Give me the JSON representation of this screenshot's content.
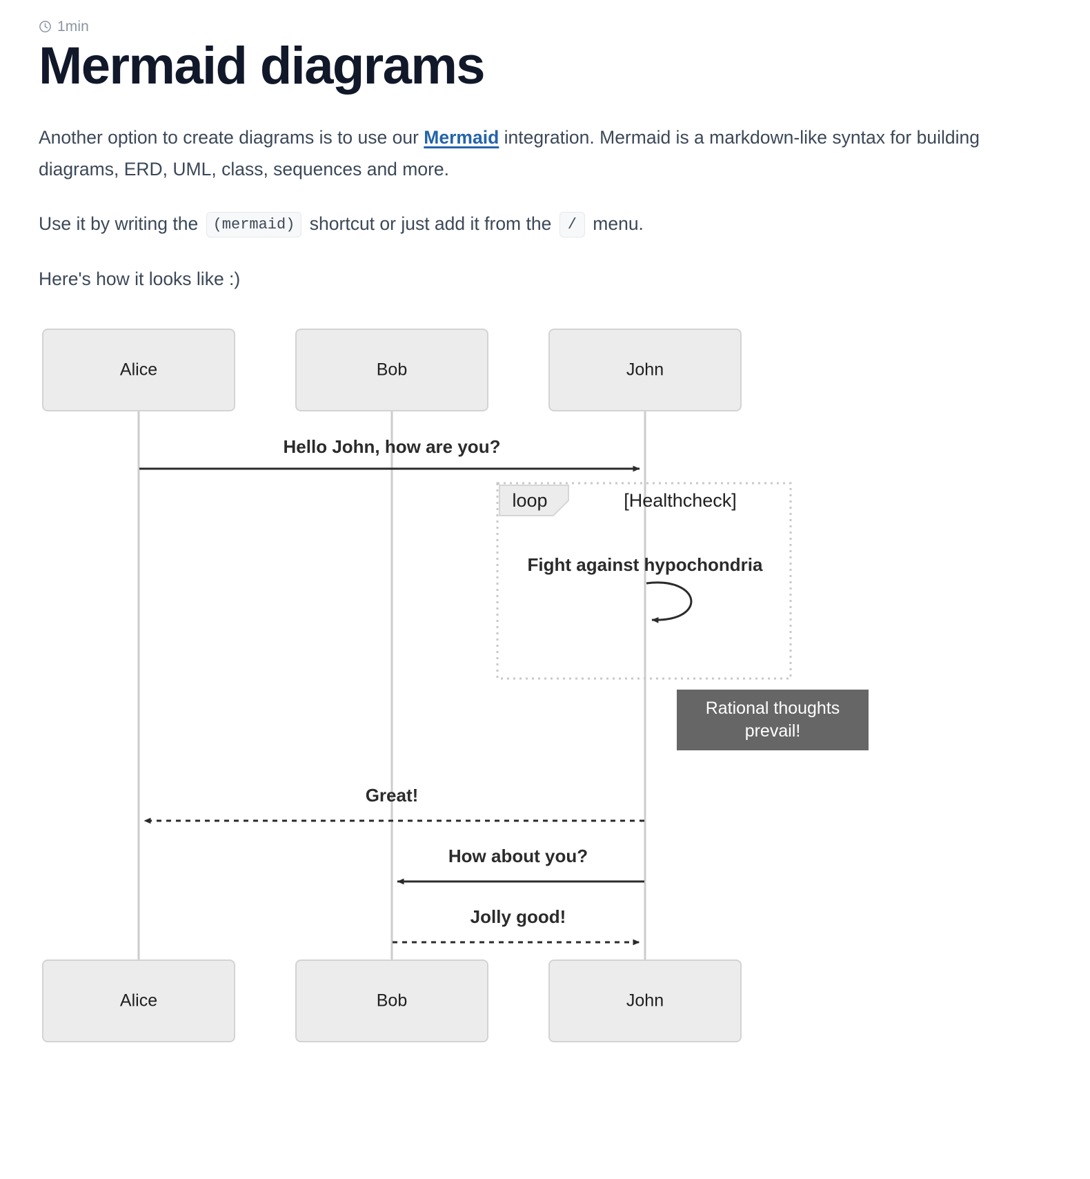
{
  "meta": {
    "icon": "clock-icon",
    "read_time": "1min"
  },
  "page_title": "Mermaid diagrams",
  "paragraphs": {
    "intro_part1": "Another option to create diagrams is to use our ",
    "intro_link": "Mermaid",
    "intro_part2": " integration. Mermaid is a markdown-like syntax for building diagrams, ERD, UML, class, sequences and more.",
    "usage_part1": "Use it by writing the ",
    "usage_code_mermaid": "(mermaid)",
    "usage_part2": " shortcut or just add it from the ",
    "usage_code_slash": "/",
    "usage_part3": " menu.",
    "preview_caption": "Here's how it looks like :)"
  },
  "diagram": {
    "type": "sequence",
    "actors": [
      {
        "id": "alice",
        "label": "Alice"
      },
      {
        "id": "bob",
        "label": "Bob"
      },
      {
        "id": "john",
        "label": "John"
      }
    ],
    "actors_bottom": [
      {
        "id": "alice",
        "label": "Alice"
      },
      {
        "id": "bob",
        "label": "Bob"
      },
      {
        "id": "john",
        "label": "John"
      }
    ],
    "messages": [
      {
        "from": "alice",
        "to": "john",
        "text": "Hello John, how are you?",
        "style": "solid",
        "direction": "right"
      },
      {
        "from": "john",
        "to": "john",
        "text": "Fight against hypochondria",
        "style": "solid",
        "direction": "self"
      },
      {
        "from": "john",
        "to": "alice",
        "text": "Great!",
        "style": "dashed",
        "direction": "left"
      },
      {
        "from": "john",
        "to": "bob",
        "text": "How about you?",
        "style": "solid",
        "direction": "left"
      },
      {
        "from": "bob",
        "to": "john",
        "text": "Jolly good!",
        "style": "dashed",
        "direction": "right"
      }
    ],
    "loop": {
      "tab_label": "loop",
      "condition": "[Healthcheck]"
    },
    "note": {
      "placement": "right of John",
      "line1": "Rational thoughts",
      "line2": "prevail!"
    }
  },
  "colors": {
    "link": "#2364aa",
    "title": "#11182a",
    "body_text": "#3c4858",
    "meta_text": "#8b95a1",
    "actor_fill": "#ececec",
    "actor_stroke": "#d3d3d3",
    "lifeline": "#cccccc",
    "message": "#2b2b2b",
    "note_fill": "#666666",
    "note_text": "#ffffff",
    "loop_border": "#c8c8c8"
  }
}
